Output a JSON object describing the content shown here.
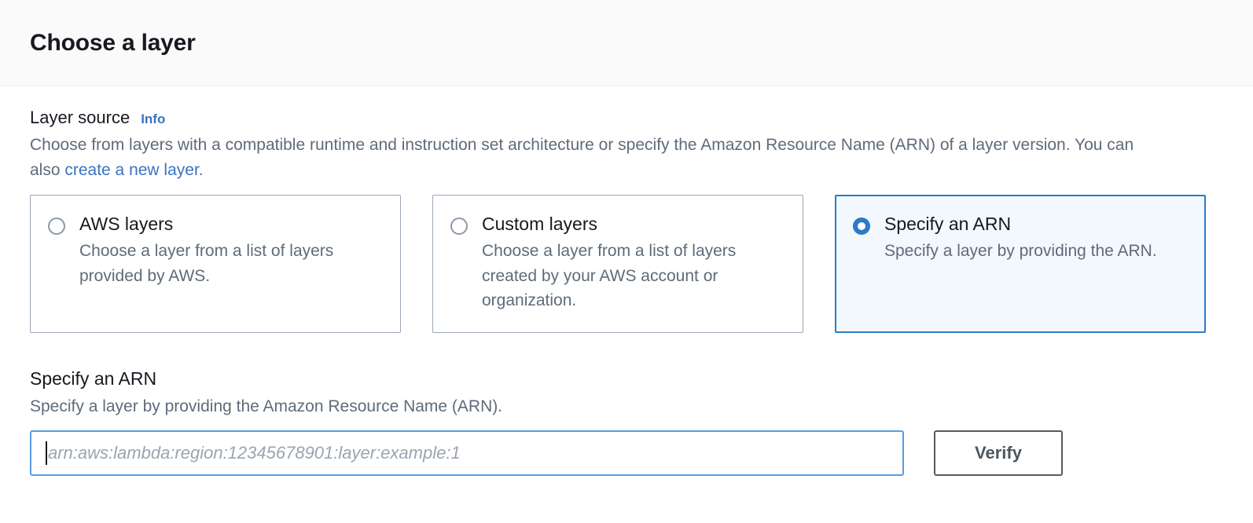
{
  "header": {
    "title": "Choose a layer"
  },
  "layer_source": {
    "label": "Layer source",
    "info_label": "Info",
    "description_part1": "Choose from layers with a compatible runtime and instruction set architecture or specify the Amazon Resource Name (ARN) of a layer version. You can also ",
    "description_link": "create a new layer",
    "description_part2": ".",
    "options": [
      {
        "title": "AWS layers",
        "description": "Choose a layer from a list of layers provided by AWS.",
        "selected": false
      },
      {
        "title": "Custom layers",
        "description": "Choose a layer from a list of layers created by your AWS account or organization.",
        "selected": false
      },
      {
        "title": "Specify an ARN",
        "description": "Specify a layer by providing the ARN.",
        "selected": true
      }
    ]
  },
  "arn_section": {
    "title": "Specify an ARN",
    "description": "Specify a layer by providing the Amazon Resource Name (ARN).",
    "input_value": "",
    "input_placeholder": "arn:aws:lambda:region:12345678901:layer:example:1",
    "verify_label": "Verify"
  },
  "colors": {
    "accent_blue": "#2a7bc8",
    "link_blue": "#3b73bf",
    "focus_blue": "#539fe5",
    "selected_tile_bg": "#f2f8fd",
    "text_dark": "#16191f",
    "text_muted": "#5f6b7a",
    "border_gray": "#9ba7b6",
    "header_bg": "#fafafa",
    "button_border": "#545b64"
  }
}
